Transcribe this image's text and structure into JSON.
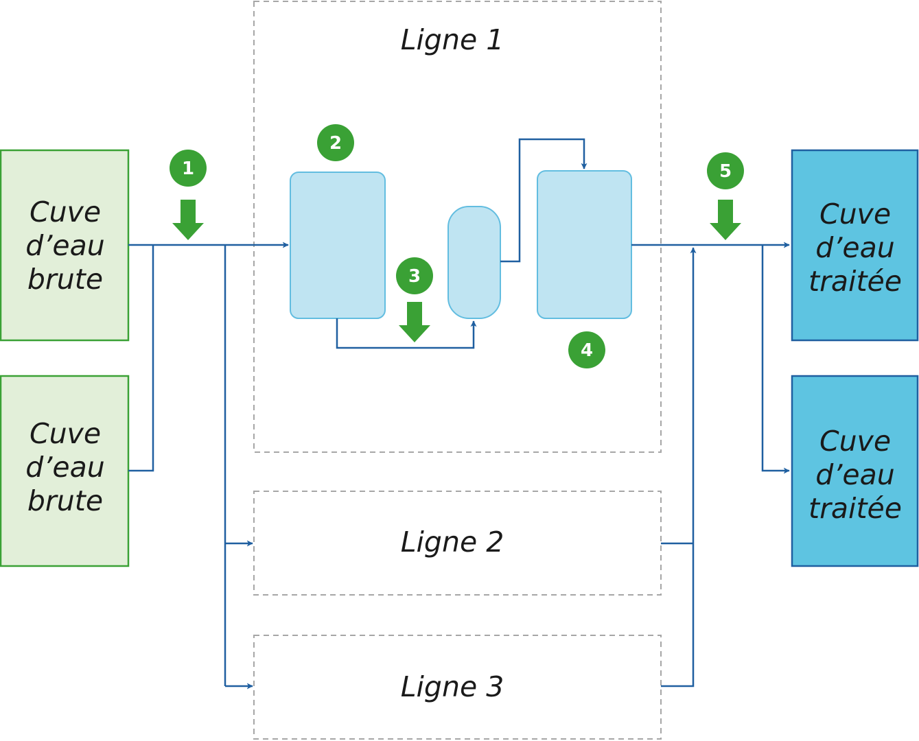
{
  "raw_tanks": [
    {
      "lines": [
        "Cuve",
        "d’eau",
        "brute"
      ]
    },
    {
      "lines": [
        "Cuve",
        "d’eau",
        "brute"
      ]
    }
  ],
  "treated_tanks": [
    {
      "lines": [
        "Cuve",
        "d’eau",
        "traitée"
      ]
    },
    {
      "lines": [
        "Cuve",
        "d’eau",
        "traitée"
      ]
    }
  ],
  "lines": {
    "line1": "Ligne 1",
    "line2": "Ligne 2",
    "line3": "Ligne 3"
  },
  "badges": [
    "1",
    "2",
    "3",
    "4",
    "5"
  ],
  "colors": {
    "raw_fill": "#e2efd9",
    "raw_stroke": "#3aa135",
    "treated_fill": "#5ec4e1",
    "treated_stroke": "#1f5fa0",
    "unit_fill": "#bfe4f2",
    "unit_stroke": "#62bde0",
    "pipe": "#1f5fa0",
    "badge": "#3aa135",
    "dashed": "#a6a6a6"
  }
}
